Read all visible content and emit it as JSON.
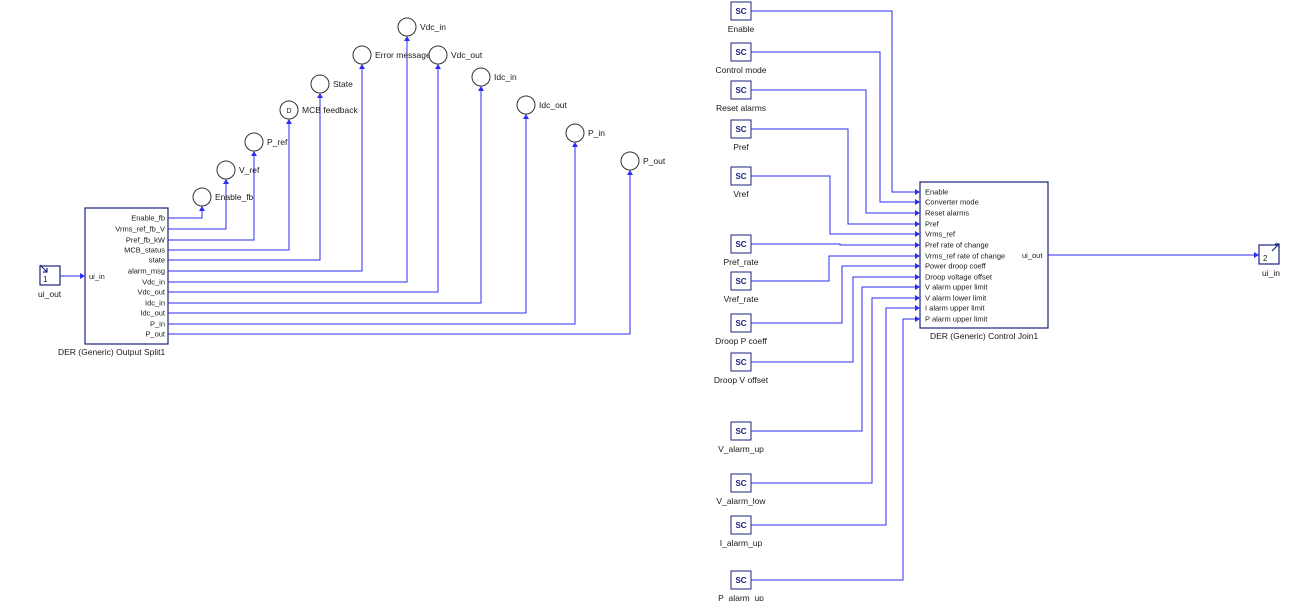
{
  "split_block": {
    "name": "DER (Generic) Output Split1",
    "input_port": "ui_in",
    "outputs": [
      "Enable_fb",
      "Vrms_ref_fb_V",
      "Pref_fb_kW",
      "MCB_status",
      "state",
      "alarm_msg",
      "Vdc_in",
      "Vdc_out",
      "Idc_in",
      "Idc_out",
      "P_in",
      "P_out"
    ]
  },
  "input_port_block": {
    "number": "1",
    "label": "ui_out"
  },
  "probes": [
    {
      "label": "Enable_fb"
    },
    {
      "label": "V_ref"
    },
    {
      "label": "P_ref"
    },
    {
      "label": "MCB feedback",
      "glyph": "D"
    },
    {
      "label": "State"
    },
    {
      "label": "Error message"
    },
    {
      "label": "Vdc_in"
    },
    {
      "label": "Vdc_out"
    },
    {
      "label": "Idc_in"
    },
    {
      "label": "Idc_out"
    },
    {
      "label": "P_in"
    },
    {
      "label": "P_out"
    }
  ],
  "sc_glyph": "SC",
  "sc_sources": [
    {
      "label": "Enable"
    },
    {
      "label": "Control mode"
    },
    {
      "label": "Reset alarms"
    },
    {
      "label": "Pref"
    },
    {
      "label": "Vref"
    },
    {
      "label": "Pref_rate"
    },
    {
      "label": "Vref_rate"
    },
    {
      "label": "Droop P coeff"
    },
    {
      "label": "Droop V offset"
    },
    {
      "label": "V_alarm_up"
    },
    {
      "label": "V_alarm_low"
    },
    {
      "label": "I_alarm_up"
    },
    {
      "label": "P_alarm_up"
    }
  ],
  "join_block": {
    "name": "DER (Generic) Control Join1",
    "inputs": [
      "Enable",
      "Converter mode",
      "Reset alarms",
      "Pref",
      "Vrms_ref",
      "Pref rate of change",
      "Vrms_ref rate of change",
      "Power droop coeff",
      "Droop voltage offset",
      "V alarm upper limit",
      "V alarm lower limit",
      "I alarm upper limit",
      "P alarm upper limit"
    ],
    "output_port": "ui_out"
  },
  "output_port_block": {
    "number": "2",
    "label": "ui_in"
  }
}
